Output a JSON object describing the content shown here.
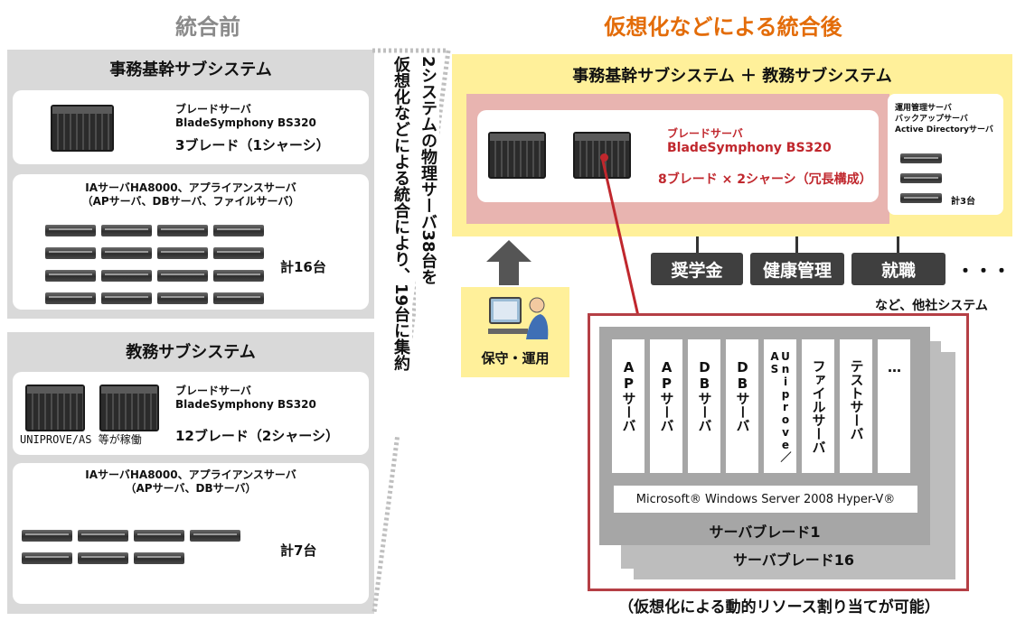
{
  "left": {
    "heading": "統合前",
    "jimu": {
      "title": "事務基幹サブシステム",
      "blade_label_1": "ブレードサーバ",
      "blade_label_2": "BladeSymphony BS320",
      "blade_count": "3ブレード（1シャーシ）",
      "ia_label_1": "IAサーバHA8000、アプライアンスサーバ",
      "ia_label_2": "（APサーバ、DBサーバ、ファイルサーバ）",
      "ia_total": "計16台"
    },
    "kyomu": {
      "title": "教務サブシステム",
      "blade_label_1": "ブレードサーバ",
      "blade_label_2": "BladeSymphony BS320",
      "uniprove": "UNIPROVE/AS 等が稼働",
      "blade_count": "12ブレード（2シャーシ）",
      "ia_label_1": "IAサーバHA8000、アプライアンスサーバ",
      "ia_label_2": "（APサーバ、DBサーバ）",
      "ia_total": "計7台"
    }
  },
  "middle": {
    "col1": "2システムの物理サーバ38台を",
    "col2": "仮想化などによる統合により、19台に集約"
  },
  "right": {
    "heading": "仮想化などによる統合後",
    "main_title": "事務基幹サブシステム ＋ 教務サブシステム",
    "blade_label_1": "ブレードサーバ",
    "blade_label_2": "BladeSymphony BS320",
    "blade_count": "8ブレード × 2シャーシ（冗長構成）",
    "mgmt_1": "運用管理サーバ",
    "mgmt_2": "バックアップサーバ",
    "mgmt_3": "Active Directoryサーバ",
    "mgmt_total": "計3台",
    "systems": [
      "奨学金",
      "健康管理",
      "就職"
    ],
    "ellipsis": "・・・",
    "others_note": "など、他社システム",
    "ops_label": "保守・運用",
    "vm_columns": [
      "APサーバ",
      "APサーバ",
      "DBサーバ",
      "DBサーバ",
      "Uniprove／AS",
      "ファイルサーバ",
      "テストサーバ",
      "…"
    ],
    "hyperv": "Microsoft® Windows Server 2008 Hyper-V®",
    "blade1": "サーバブレード1",
    "blade16": "サーバブレード16",
    "bottom_caption": "（仮想化による動的リソース割り当てが可能）"
  },
  "colors": {
    "heading_gray": "#8a8a8a",
    "accent_orange": "#e36c09",
    "yellow_panel": "#fff09a",
    "pink_panel": "#e8b4b0",
    "red_text": "#c0272d",
    "frame_red": "#b53f45"
  }
}
